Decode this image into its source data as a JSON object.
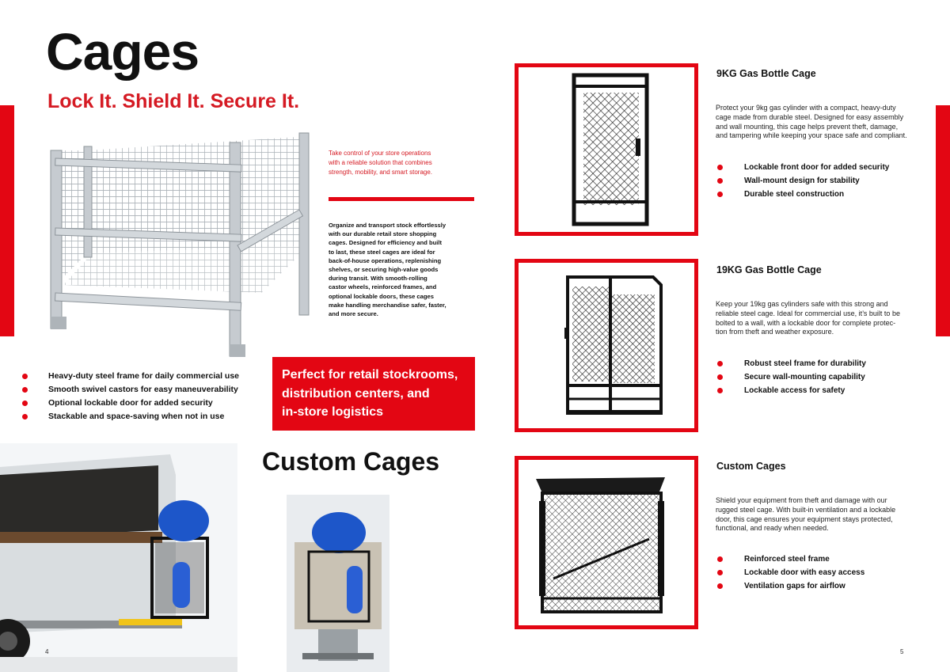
{
  "left": {
    "title": "Cages",
    "subtitle": "Lock It. Shield It. Secure It.",
    "intro_lines": [
      "Take control of your store operations",
      "with a reliable solution that combines",
      "strength, mobility, and smart storage."
    ],
    "description_lines": [
      "Organize and transport stock effortlessly",
      "with our durable retail store shopping",
      "cages. Designed for efficiency and built",
      "to last, these steel cages are ideal for",
      "back-of-house operations, replenishing",
      "shelves, or securing high-value goods",
      "during transit. With smooth-rolling",
      "castor wheels, reinforced frames, and",
      "optional lockable doors, these cages",
      "make handling merchandise safer, faster,",
      "and more secure."
    ],
    "bullets": [
      "Heavy-duty steel frame for daily commercial use",
      "Smooth swivel castors for easy maneuverability",
      "Optional lockable door for added security",
      "Stackable and space-saving when not in use"
    ],
    "cta_lines": [
      "Perfect for retail stockrooms,",
      "distribution centers, and",
      "in-store logistics"
    ],
    "custom_title": "Custom Cages",
    "page_number": "4"
  },
  "right": {
    "sections": [
      {
        "title": "9KG Gas Bottle Cage",
        "body_lines": [
          "Protect your 9kg gas cylinder with a compact, heavy-duty",
          "cage made from durable steel. Designed for easy assembly",
          "and wall mounting, this cage helps prevent theft, damage,",
          "and tampering while keeping your space safe and compliant."
        ],
        "bullets": [
          "Lockable front door for added security",
          "Wall-mount design for stability",
          "Durable steel construction"
        ]
      },
      {
        "title": "19KG Gas Bottle Cage",
        "body_lines": [
          "Keep your 19kg gas cylinders safe with this strong and",
          "reliable steel cage. Ideal for commercial use, it’s built to be",
          "bolted to a wall, with a lockable door for complete protec-",
          "tion from theft and weather exposure."
        ],
        "bullets": [
          "Robust steel frame for durability",
          "Secure wall-mounting capability",
          "Lockable access for safety"
        ]
      },
      {
        "title": "Custom Cages",
        "body_lines": [
          "Shield your equipment from theft and damage with our",
          "rugged steel cage. With built-in ventilation and a lockable",
          "door, this cage ensures your equipment stays protected,",
          "functional, and ready when needed."
        ],
        "bullets": [
          "Reinforced steel frame",
          "Lockable door with easy access",
          "Ventilation gaps for airflow"
        ]
      }
    ],
    "page_number": "5"
  },
  "colors": {
    "accent": "#e30613",
    "subtitle": "#d51a23",
    "text": "#111111"
  }
}
